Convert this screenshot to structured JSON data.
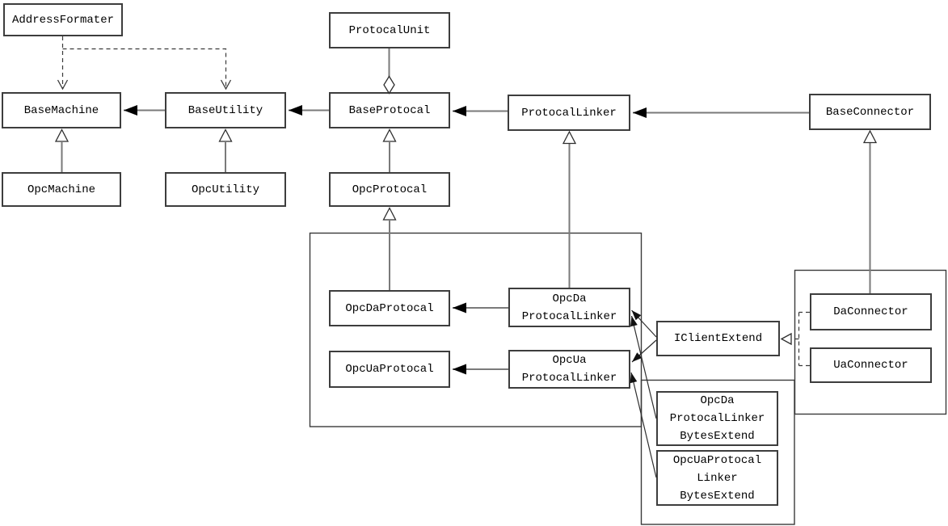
{
  "diagram": {
    "type": "uml-class-diagram",
    "nodes": {
      "addressFormater": "AddressFormater",
      "baseMachine": "BaseMachine",
      "baseUtility": "BaseUtility",
      "opcMachine": "OpcMachine",
      "opcUtility": "OpcUtility",
      "protocalUnit": "ProtocalUnit",
      "baseProtocal": "BaseProtocal",
      "opcProtocal": "OpcProtocal",
      "protocalLinker": "ProtocalLinker",
      "baseConnector": "BaseConnector",
      "opcDaProtocal": "OpcDaProtocal",
      "opcUaProtocal": "OpcUaProtocal",
      "opcDaProtocalLinker": "OpcDa\nProtocalLinker",
      "opcUaProtocalLinker": "OpcUa\nProtocalLinker",
      "iClientExtend": "IClientExtend",
      "daConnector": "DaConnector",
      "uaConnector": "UaConnector",
      "opcDaProtocalLinkerBytesExtend": "OpcDa\nProtocalLinker\nBytesExtend",
      "opcUaProtocalLinkerBytesExtend": "OpcUaProtocal\nLinker\nBytesExtend"
    },
    "edges": [
      {
        "from": "AddressFormater",
        "to": "BaseMachine",
        "type": "dependency-dashed"
      },
      {
        "from": "AddressFormater",
        "to": "BaseUtility",
        "type": "dependency-dashed"
      },
      {
        "from": "BaseUtility",
        "to": "BaseMachine",
        "type": "association-filled-arrow"
      },
      {
        "from": "BaseProtocal",
        "to": "BaseUtility",
        "type": "association-filled-arrow"
      },
      {
        "from": "ProtocalLinker",
        "to": "BaseProtocal",
        "type": "association-filled-arrow"
      },
      {
        "from": "BaseConnector",
        "to": "ProtocalLinker",
        "type": "association-filled-arrow"
      },
      {
        "from": "ProtocalUnit",
        "to": "BaseProtocal",
        "type": "aggregation-open-diamond"
      },
      {
        "from": "OpcMachine",
        "to": "BaseMachine",
        "type": "inheritance-open-triangle"
      },
      {
        "from": "OpcUtility",
        "to": "BaseUtility",
        "type": "inheritance-open-triangle"
      },
      {
        "from": "OpcProtocal",
        "to": "BaseProtocal",
        "type": "inheritance-open-triangle"
      },
      {
        "from": "OpcDaProtocal",
        "to": "OpcProtocal",
        "type": "inheritance-open-triangle"
      },
      {
        "from": "OpcDaProtocalLinker",
        "to": "ProtocalLinker",
        "type": "inheritance-open-triangle"
      },
      {
        "from": "DaConnector",
        "to": "BaseConnector",
        "type": "inheritance-open-triangle"
      },
      {
        "from": "OpcDaProtocalLinker",
        "to": "OpcDaProtocal",
        "type": "association-filled-arrow"
      },
      {
        "from": "OpcUaProtocalLinker",
        "to": "OpcUaProtocal",
        "type": "association-filled-arrow"
      },
      {
        "from": "IClientExtend",
        "to": "OpcDaProtocalLinker",
        "type": "association-filled-arrow"
      },
      {
        "from": "IClientExtend",
        "to": "OpcUaProtocalLinker",
        "type": "association-filled-arrow"
      },
      {
        "from": "OpcDaProtocalLinkerBytesExtend",
        "to": "OpcDaProtocalLinker",
        "type": "association-filled-arrow"
      },
      {
        "from": "OpcUaProtocalLinkerBytesExtend",
        "to": "OpcUaProtocalLinker",
        "type": "association-filled-arrow"
      },
      {
        "from": "DaConnector",
        "to": "IClientExtend",
        "type": "realization-dashed-open-triangle"
      },
      {
        "from": "UaConnector",
        "to": "IClientExtend",
        "type": "realization-dashed-open-triangle"
      }
    ],
    "colors": {
      "background": "#ffffff",
      "box_border": "#3d3d3d",
      "gray_line": "#7a7a7a",
      "dark_line": "#2e2e2e",
      "arrow_fill": "#000000"
    }
  }
}
